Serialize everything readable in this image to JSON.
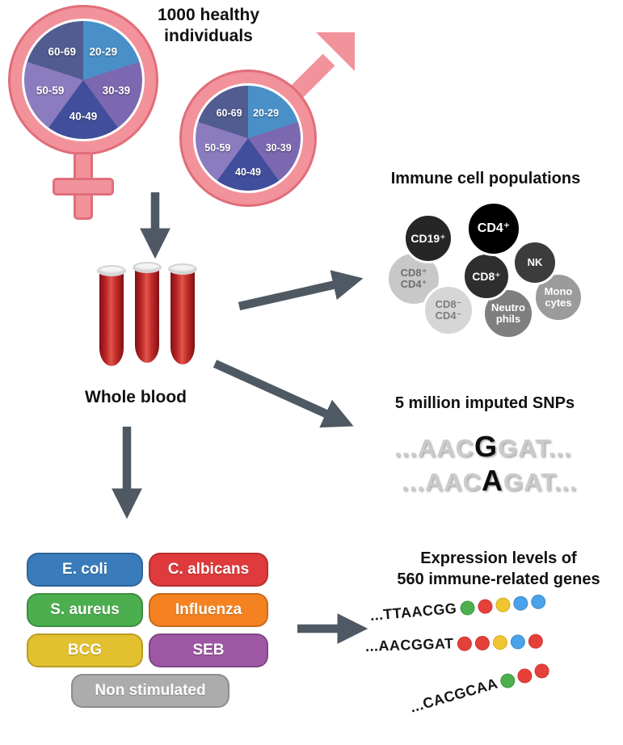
{
  "ui": {
    "arrow_color": "#4E5963"
  },
  "header": {
    "title": "1000 healthy\nindividuals"
  },
  "demographics": {
    "symbol_color": "#F2929B",
    "age_groups": [
      {
        "label": "20-29",
        "color": "#4A90C8"
      },
      {
        "label": "30-39",
        "color": "#7B68B0"
      },
      {
        "label": "40-49",
        "color": "#414E9B"
      },
      {
        "label": "50-59",
        "color": "#8A7CBE"
      },
      {
        "label": "60-69",
        "color": "#515C91"
      }
    ]
  },
  "blood": {
    "label": "Whole blood"
  },
  "immune": {
    "title": "Immune cell populations",
    "cells": [
      {
        "label": "CD19⁺",
        "bg": "#262626",
        "fg": "#FFFFFF"
      },
      {
        "label": "CD4⁺",
        "bg": "#000000",
        "fg": "#FFFFFF"
      },
      {
        "label": "NK",
        "bg": "#3C3C3C",
        "fg": "#FFFFFF"
      },
      {
        "label": "CD8⁺",
        "bg": "#2E2E2E",
        "fg": "#FFFFFF"
      },
      {
        "label": "CD8⁺\nCD4⁺",
        "bg": "#C8C8C8",
        "fg": "#6F6F6F"
      },
      {
        "label": "CD8⁻\nCD4⁻",
        "bg": "#D6D6D6",
        "fg": "#7D7D7D"
      },
      {
        "label": "Neutro\nphils",
        "bg": "#7F7F7F",
        "fg": "#FFFFFF"
      },
      {
        "label": "Mono\ncytes",
        "bg": "#9B9B9B",
        "fg": "#FFFFFF"
      }
    ]
  },
  "snps": {
    "title": "5 million imputed SNPs",
    "lines": [
      {
        "prefix": "...AAC",
        "variant": "G",
        "suffix": "GAT..."
      },
      {
        "prefix": "...AAC",
        "variant": "A",
        "suffix": "GAT..."
      }
    ]
  },
  "stimulations": {
    "items": [
      {
        "label": "E. coli",
        "color": "#3A7CBB"
      },
      {
        "label": "C. albicans",
        "color": "#DF3A3C"
      },
      {
        "label": "S. aureus",
        "color": "#4BAE4F"
      },
      {
        "label": "Influenza",
        "color": "#F58220"
      },
      {
        "label": "BCG",
        "color": "#E3C02F"
      },
      {
        "label": "SEB",
        "color": "#9D57A3"
      },
      {
        "label": "Non stimulated",
        "color": "#ACACAC"
      }
    ]
  },
  "expression": {
    "title": "Expression levels of\n560 immune-related genes",
    "rows": [
      {
        "sequence": "...TTAACGG",
        "dots": [
          "#4DAF4E",
          "#E6403A",
          "#F0C52F",
          "#4AA2E8",
          "#4AA2E8"
        ]
      },
      {
        "sequence": "...AACGGAT",
        "dots": [
          "#E6403A",
          "#E6403A",
          "#F0C52F",
          "#4AA2E8",
          "#E6403A"
        ]
      },
      {
        "sequence": "...CACGCAA",
        "dots": [
          "#4DAF4E",
          "#E6403A",
          "#E6403A"
        ]
      }
    ]
  }
}
